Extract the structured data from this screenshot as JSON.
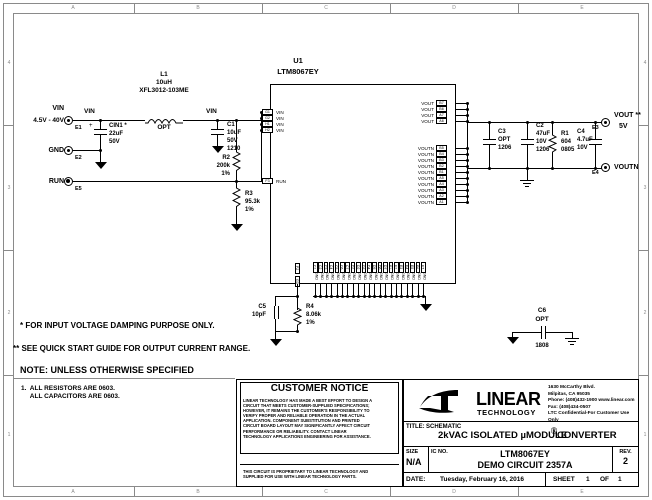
{
  "sheet": {
    "zones_top": [
      "A",
      "B",
      "C",
      "D",
      "E"
    ],
    "zones_left": [
      "4",
      "3",
      "2",
      "1"
    ]
  },
  "ic": {
    "ref": "U1",
    "part": "LTM8067EY",
    "left_pins": [
      {
        "num": "G1",
        "label": "VIN"
      },
      {
        "num": "G2",
        "label": "VIN"
      },
      {
        "num": "H1",
        "label": "VIN"
      },
      {
        "num": "H2",
        "label": "VIN"
      }
    ],
    "run_pin": {
      "num": "F3",
      "label": "RUN"
    },
    "right_vout_pins": [
      {
        "num": "B7",
        "label": "VOUT"
      },
      {
        "num": "B6",
        "label": "VOUT"
      },
      {
        "num": "A7",
        "label": "VOUT"
      },
      {
        "num": "A6",
        "label": "VOUT"
      }
    ],
    "right_voutn_pins": [
      {
        "num": "B5",
        "label": "VOUTN"
      },
      {
        "num": "B4",
        "label": "VOUTN"
      },
      {
        "num": "B3",
        "label": "VOUTN"
      },
      {
        "num": "B2",
        "label": "VOUTN"
      },
      {
        "num": "B1",
        "label": "VOUTN"
      },
      {
        "num": "A5",
        "label": "VOUTN"
      },
      {
        "num": "A4",
        "label": "VOUTN"
      },
      {
        "num": "A3",
        "label": "VOUTN"
      },
      {
        "num": "A2",
        "label": "VOUTN"
      },
      {
        "num": "A1",
        "label": "VOUTN"
      }
    ],
    "bottom_left_pins": [
      {
        "num": "F2",
        "label": "ADJ"
      },
      {
        "num": "G3",
        "label": "GND"
      }
    ],
    "bottom_pins": [
      {
        "num": "C1",
        "label": "GND"
      },
      {
        "num": "C2",
        "label": "GND"
      },
      {
        "num": "C3",
        "label": "GND"
      },
      {
        "num": "C4",
        "label": "GND"
      },
      {
        "num": "C5",
        "label": "GND"
      },
      {
        "num": "C6",
        "label": "GND"
      },
      {
        "num": "C7",
        "label": "GND"
      },
      {
        "num": "D1",
        "label": "GND"
      },
      {
        "num": "D2",
        "label": "GND"
      },
      {
        "num": "D3",
        "label": "GND"
      },
      {
        "num": "D4",
        "label": "GND"
      },
      {
        "num": "D5",
        "label": "GND"
      },
      {
        "num": "D6",
        "label": "GND"
      },
      {
        "num": "D7",
        "label": "GND"
      },
      {
        "num": "E1",
        "label": "GND"
      },
      {
        "num": "E2",
        "label": "GND"
      },
      {
        "num": "E3",
        "label": "GND"
      },
      {
        "num": "E4",
        "label": "GND"
      },
      {
        "num": "E5",
        "label": "GND"
      },
      {
        "num": "E6",
        "label": "GND"
      },
      {
        "num": "E7",
        "label": "GND"
      }
    ]
  },
  "terminals": {
    "e1": {
      "id": "E1",
      "net": "VIN",
      "range": "4.5V - 40V",
      "node": "VIN"
    },
    "e2": {
      "id": "E2",
      "net": "GND"
    },
    "e5": {
      "id": "E5",
      "net": "RUN"
    },
    "e3": {
      "id": "E3",
      "net": "VOUT **",
      "value": "5V"
    },
    "e4": {
      "id": "E4",
      "net": "VOUTN"
    }
  },
  "components": {
    "cin1": {
      "ref": "CIN1 *",
      "value": "22uF",
      "rating": "50V"
    },
    "l1": {
      "ref": "L1",
      "value": "10uH",
      "part": "XFL3012-103ME",
      "note": "OPT"
    },
    "c1": {
      "ref": "C1",
      "value": "10uF",
      "rating": "50V",
      "pkg": "1210"
    },
    "r2": {
      "ref": "R2",
      "value": "200k",
      "tol": "1%"
    },
    "r3": {
      "ref": "R3",
      "value": "95.3k",
      "tol": "1%"
    },
    "c3": {
      "ref": "C3",
      "value": "OPT",
      "pkg": "1206"
    },
    "c2": {
      "ref": "C2",
      "value": "47uF",
      "rating": "10V",
      "pkg": "1206"
    },
    "r1": {
      "ref": "R1",
      "value": "604",
      "pkg": "0805"
    },
    "c4": {
      "ref": "C4",
      "value": "4.7uF",
      "rating": "10V"
    },
    "c5": {
      "ref": "C5",
      "value": "10pF"
    },
    "r4": {
      "ref": "R4",
      "value": "8.06k",
      "tol": "1%"
    },
    "c6": {
      "ref": "C6",
      "value": "OPT",
      "pkg": "1808"
    }
  },
  "notes": {
    "star1": "* FOR INPUT VOLTAGE DAMPING PURPOSE ONLY.",
    "star2": "** SEE QUICK START GUIDE FOR OUTPUT CURRENT RANGE.",
    "heading": "NOTE: UNLESS OTHERWISE SPECIFIED",
    "items": [
      "1.  ALL RESISTORS ARE 0603.",
      "     ALL CAPACITORS ARE 0603."
    ]
  },
  "customer_notice": {
    "title": "CUSTOMER NOTICE",
    "body": "LINEAR TECHNOLOGY HAS MADE A BEST EFFORT TO DESIGN A\nCIRCUIT THAT MEETS CUSTOMER-SUPPLIED SPECIFICATIONS;\nHOWEVER, IT REMAINS THE CUSTOMER'S RESPONSIBILITY TO\nVERIFY PROPER AND RELIABLE OPERATION IN THE ACTUAL\nAPPLICATION.  COMPONENT SUBSTITUTION AND PRINTED\nCIRCUIT BOARD LAYOUT MAY SIGNIFICANTLY AFFECT CIRCUIT\nPERFORMANCE OR RELIABILITY.  CONTACT LINEAR\nTECHNOLOGY APPLICATIONS ENGINEERING FOR ASSISTANCE.",
    "footer": "THIS CIRCUIT IS PROPRIETARY TO LINEAR TECHNOLOGY AND\nSUPPLIED FOR USE WITH LINEAR TECHNOLOGY PARTS."
  },
  "title_block": {
    "company_main": "LINEAR",
    "company_sub": "TECHNOLOGY",
    "address": "1630 McCarthy Blvd.\nMilpitas, CA 95035\nPhone: (408)432-1900  www.linear.com\nFax: (408)434-0507\nLTC Confidential-For Customer Use Only",
    "title_label": "TITLE:",
    "title_value": "SCHEMATIC",
    "subtitle": "2kVAC ISOLATED µMODULE",
    "subtitle_sup": "Ⓡ",
    "subtitle_tail": "CONVERTER",
    "size_label": "SIZE",
    "size_value": "N/A",
    "icno_label": "IC NO.",
    "icno_value": "LTM8067EY",
    "demo_circuit": "DEMO CIRCUIT 2357A",
    "rev_label": "REV.",
    "rev_value": "2",
    "date_label": "DATE:",
    "date_value": "Tuesday, February 16, 2016",
    "sheet_label": "SHEET",
    "sheet_num": "1",
    "of_label": "OF",
    "of_num": "1"
  }
}
